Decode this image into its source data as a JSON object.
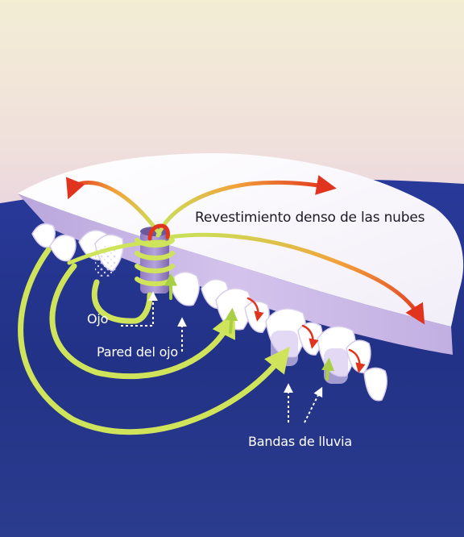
{
  "labels": {
    "cloud_cover": "Revestimiento denso de las nubes",
    "eye": "Ojo",
    "eyewall": "Pared del ojo",
    "rain_bands": "Bandas de lluvia"
  },
  "colors": {
    "sky_top": "#f2ecd2",
    "sky_bottom": "#e6cfe0",
    "ocean": "#24348e",
    "ocean_deep": "#1b2766",
    "cloud_top": "#ffffff",
    "cloud_side": "#c9b6e6",
    "inflow_arrow": "#cfe45a",
    "outflow_arrow": "#e3472d",
    "label_text": "#ffffff"
  }
}
